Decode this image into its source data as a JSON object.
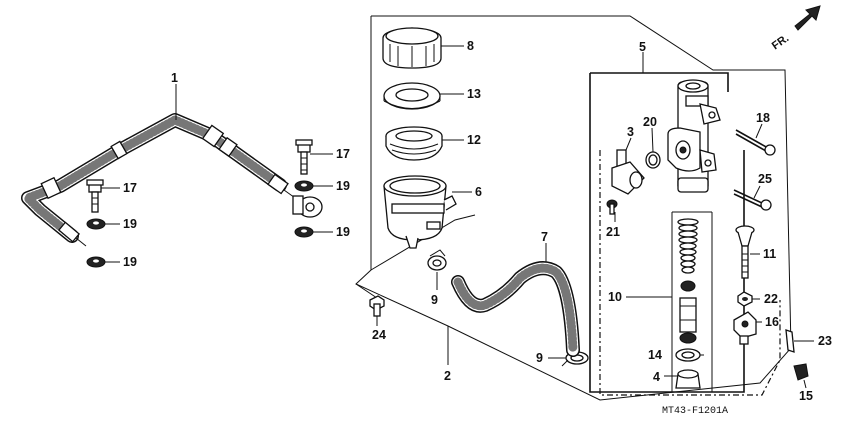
{
  "diagram": {
    "code": "MT43-F1201A",
    "direction_label": "FR.",
    "callouts": {
      "p1": "1",
      "p2": "2",
      "p3": "3",
      "p4": "4",
      "p5": "5",
      "p6": "6",
      "p7": "7",
      "p8": "8",
      "p9a": "9",
      "p9b": "9",
      "p10": "10",
      "p11": "11",
      "p12": "12",
      "p13": "13",
      "p14": "14",
      "p15": "15",
      "p16": "16",
      "p17a": "17",
      "p17b": "17",
      "p18": "18",
      "p19a": "19",
      "p19b": "19",
      "p19c": "19",
      "p19d": "19",
      "p20": "20",
      "p21": "21",
      "p22": "22",
      "p23": "23",
      "p24": "24",
      "p25": "25"
    }
  }
}
